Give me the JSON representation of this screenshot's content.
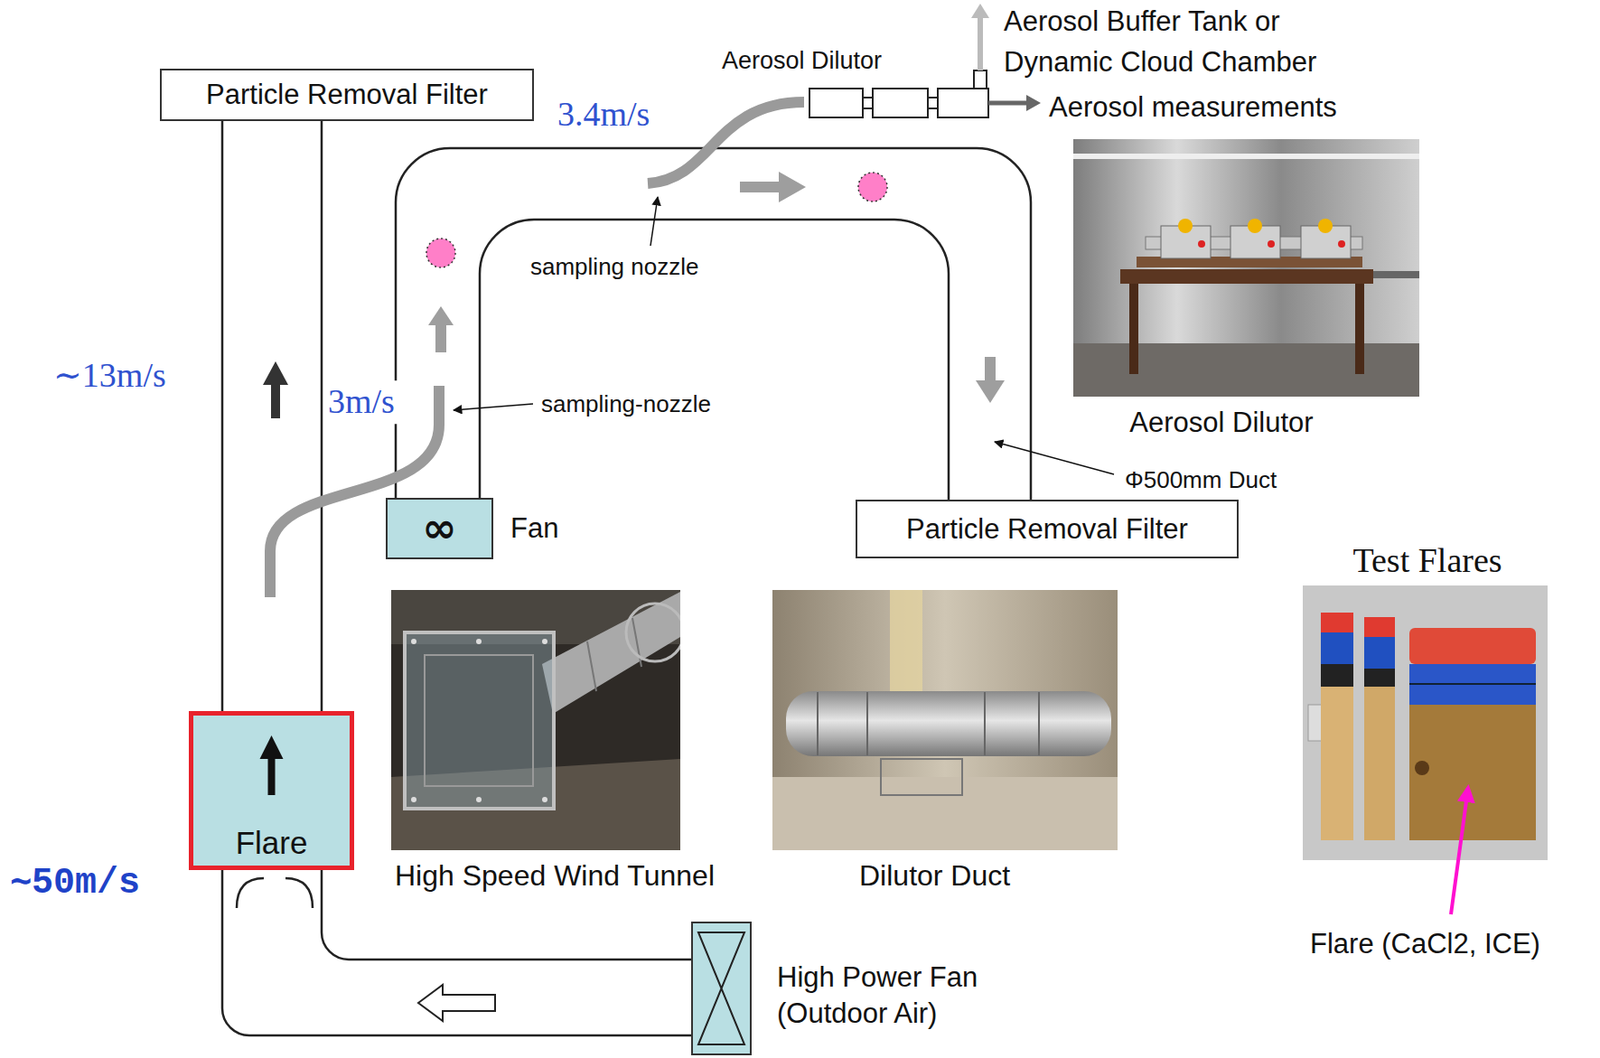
{
  "diagram": {
    "nodes": [
      {
        "text": [
          "Particle Removal Filter"
        ]
      },
      {
        "text": [
          "∞",
          "Fan"
        ]
      },
      {
        "text": [
          "Particle Removal Filter"
        ]
      },
      {
        "text": [
          "Flare"
        ]
      },
      {
        "text": [
          "High Power Fan (Outdoor Air)"
        ]
      }
    ],
    "labels": [
      "Aerosol Dilutor",
      "Aerosol Buffer Tank or Dynamic Cloud Chamber",
      "Aerosol measurements",
      "3.4m/s",
      "∼13m/s",
      "3m/s",
      "sampling nozzle",
      "sampling-nozzle",
      "Aerosol Dilutor",
      "Φ500mm Duct",
      "Test Flares",
      "∼50m/s",
      "High Speed Wind Tunnel",
      "Dilutor Duct",
      "Flare (CaCl2, ICE)"
    ]
  }
}
